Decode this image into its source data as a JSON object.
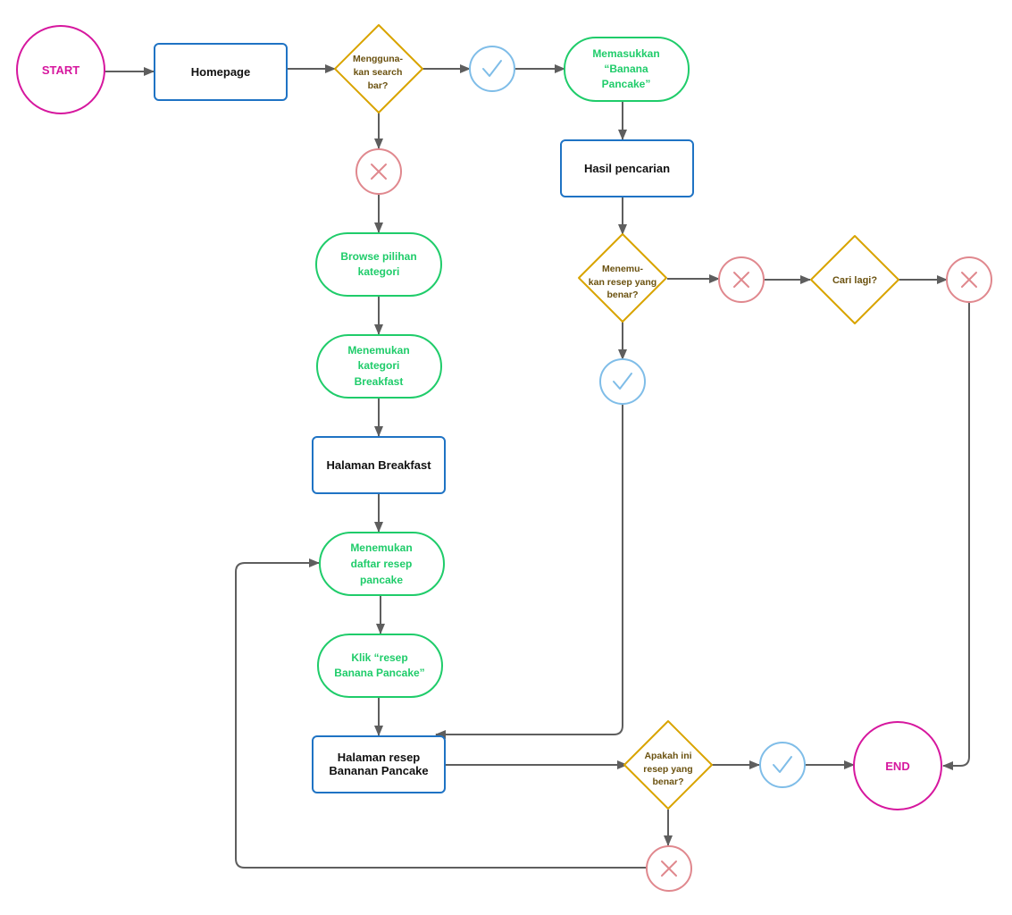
{
  "colors": {
    "terminal": "#d6179e",
    "process": "#1f73c4",
    "action": "#1fcc6a",
    "decision": "#d9a400",
    "decision_text": "#6b5210",
    "yes": "#7fbde8",
    "no": "#e0888e",
    "connector": "#5e5e5e"
  },
  "flowchart": {
    "start": "START",
    "end": "END",
    "homepage": "Homepage",
    "use_search": [
      "Mengguna-",
      "kan search",
      "bar?"
    ],
    "enter_query": [
      "Memasukkan",
      "“Banana",
      "Pancake”"
    ],
    "search_results": "Hasil pencarian",
    "found_recipe": [
      "Menemu-",
      "kan resep yang",
      "benar?"
    ],
    "search_again": "Cari lagi?",
    "browse_category": [
      "Browse pilihan",
      "kategori"
    ],
    "find_breakfast": [
      "Menemukan",
      "kategori",
      "Breakfast"
    ],
    "breakfast_page": "Halaman Breakfast",
    "find_pancake_list": [
      "Menemukan",
      "daftar resep",
      "pancake"
    ],
    "click_recipe": [
      "Klik “resep",
      "Banana Pancake”"
    ],
    "recipe_page": [
      "Halaman resep",
      "Bananan Pancake"
    ],
    "is_correct_recipe": [
      "Apakah ini",
      "resep yang",
      "benar?"
    ],
    "yes_icon": "check-icon",
    "no_icon": "cross-icon"
  }
}
